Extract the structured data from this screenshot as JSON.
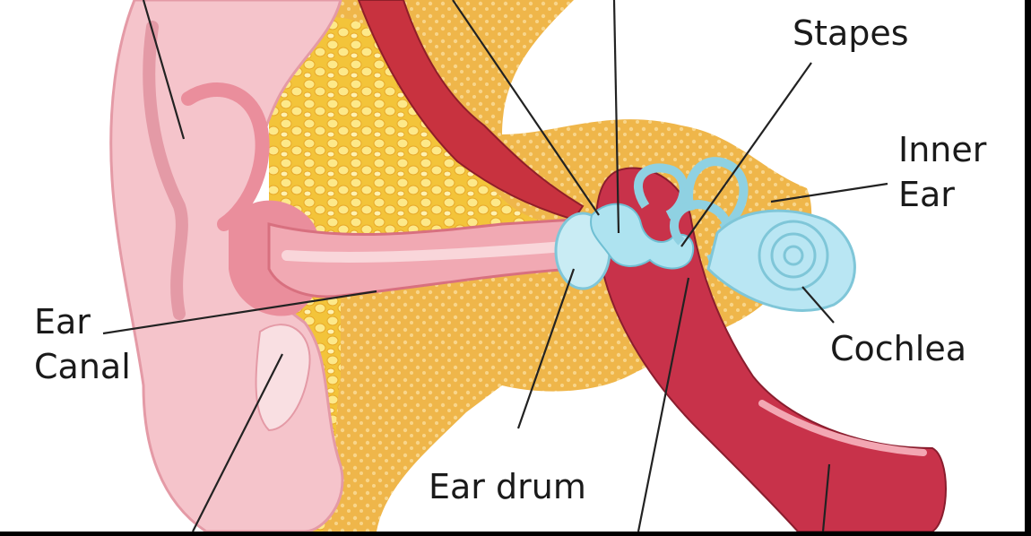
{
  "labels": {
    "stapes": "Stapes",
    "inner_ear_line1": "Inner",
    "inner_ear_line2": "Ear",
    "ear_canal_line1": "Ear",
    "ear_canal_line2": "Canal",
    "cochlea": "Cochlea",
    "ear_drum": "Ear drum"
  },
  "colors": {
    "background": "#ffffff",
    "frame": "#000000",
    "skin": "#f7c9cf",
    "skin_dark": "#e89aa7",
    "canal": "#e57f8e",
    "fat": "#f3c53d",
    "fat_light": "#fbe57a",
    "muscle": "#c8323f",
    "tube": "#c8324a",
    "ossicle": "#aee3f0",
    "cochlea": "#b9e6f3",
    "leader_line": "#222222"
  }
}
